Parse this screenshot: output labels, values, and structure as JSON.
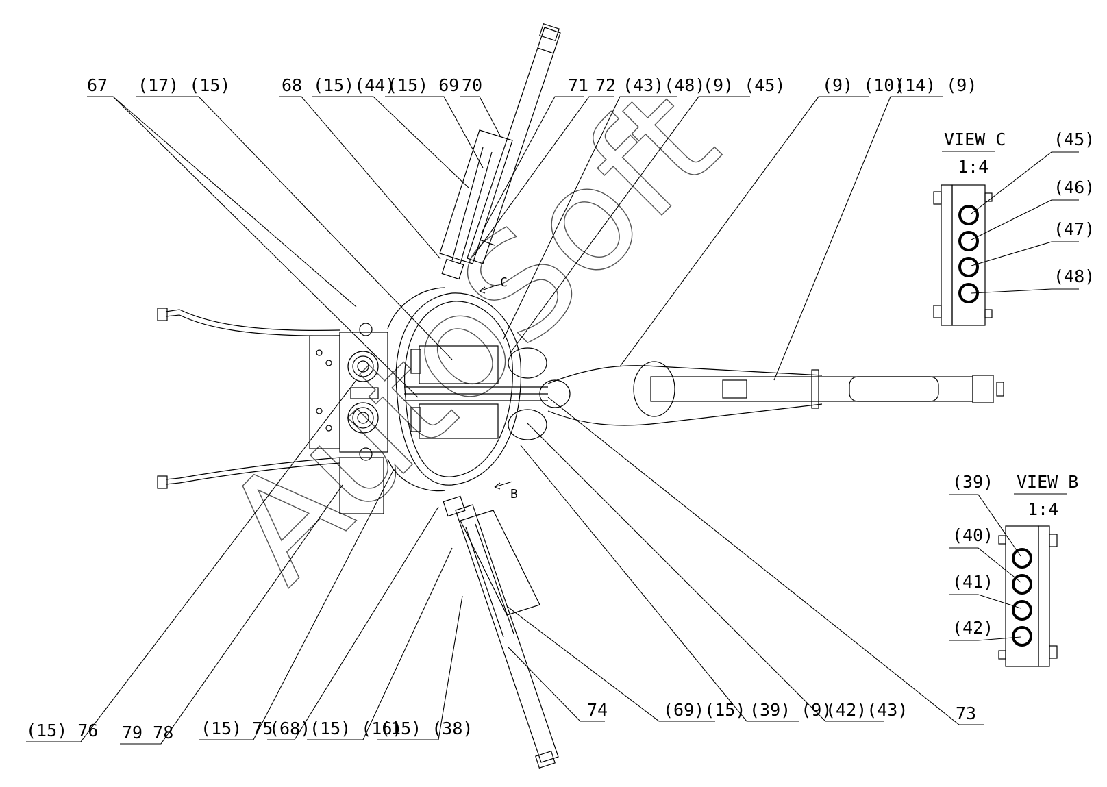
{
  "watermark": "AutoSoft",
  "callouts": {
    "c67": "67",
    "c17_15": "(17) (15)",
    "c68": "68",
    "c15_44": "(15)(44)",
    "c15_69": "(15) 69",
    "c70": "70",
    "c71": "71",
    "c72": "72",
    "c43_48": "(43)(48)",
    "c9_45": "(9) (45)",
    "c9_10": "(9) (10)",
    "c14_9": "(14) (9)",
    "c15_76": "(15) 76",
    "c79_78": "79 78",
    "c15_75": "(15) 75",
    "c68b": "(68)",
    "c15_16": "(15) (16)",
    "c15_38": "(15) (38)",
    "c74": "74",
    "c69_15": "(69)(15)",
    "c39_9": "(39) (9)",
    "c42_43": "(42)(43)",
    "c73": "73"
  },
  "arrows": {
    "c": "C",
    "b": "B"
  },
  "view_c": {
    "title": "VIEW C",
    "scale": "1:4",
    "labels": [
      "(45)",
      "(46)",
      "(47)",
      "(48)"
    ]
  },
  "view_b": {
    "title": "VIEW B",
    "scale": "1:4",
    "labels": [
      "(39)",
      "(40)",
      "(41)",
      "(42)"
    ]
  }
}
